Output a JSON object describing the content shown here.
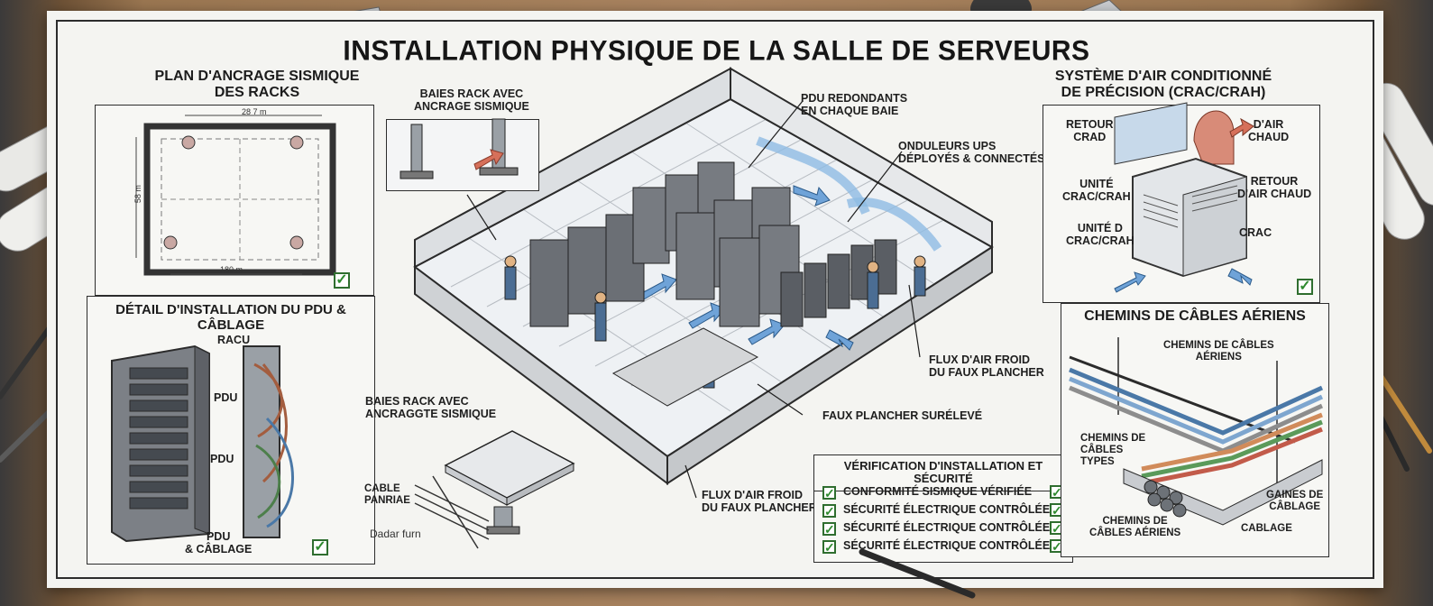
{
  "main_title": "INSTALLATION PHYSIQUE DE LA SALLE DE SERVEURS",
  "seismic_panel": {
    "title_line1": "PLAN D'ANCRAGE SISMIQUE",
    "title_line2": "DES RACKS",
    "dim_top": "28 7 m",
    "dim_side": "58 m",
    "dim_bottom": "180 m"
  },
  "pdu_panel": {
    "title": "DÉTAIL D'INSTALLATION DU PDU & CÂBLAGE",
    "label_racu": "RACU",
    "label_pdu1": "PDU",
    "label_pdu2": "PDU",
    "label_pdu_cable_line1": "PDU",
    "label_pdu_cable_line2": "& CÂBLAGE"
  },
  "center": {
    "callout_bays_top_line1": "BAIES RACK AVEC",
    "callout_bays_top_line2": "ANCRAGE SISMIQUE",
    "callout_pdu_line1": "PDU REDONDANTS",
    "callout_pdu_line2": "EN CHAQUE BAIE",
    "callout_ups_line1": "ONDULEURS UPS",
    "callout_ups_line2": "DÉPLOYÉS & CONNECTÉS",
    "callout_airflow_right_line1": "FLUX D'AIR FROID",
    "callout_airflow_right_line2": "DU FAUX PLANCHER",
    "callout_bays_left_line1": "BAIES RACK AVEC",
    "callout_bays_left_line2": "ANCRAGGTE SISMIQUE",
    "callout_raised_floor": "FAUX PLANCHER SURÉLEVÉ",
    "callout_airflow_bottom_line1": "FLUX D'AIR FROID",
    "callout_airflow_bottom_line2": "DU FAUX PLANCHER",
    "callout_cable_line1": "CABLE",
    "callout_cable_line2": "PANRIAE",
    "callout_dadar": "Dadar furn"
  },
  "verification": {
    "title": "VÉRIFICATION D'INSTALLATION ET SÉCURITÉ",
    "items": [
      "CONFORMITÉ SISMIQUE VÉRIFIÉE",
      "SÉCURITÉ ÉLECTRIQUE CONTRÔLÉE",
      "SÉCURITÉ ÉLECTRIQUE CONTRÔLÉE",
      "SÉCURITÉ ÉLECTRIQUE CONTRÔLÉE"
    ]
  },
  "crac_panel": {
    "title_line1": "SYSTÈME D'AIR CONDITIONNÉ",
    "title_line2": "DE PRÉCISION (CRAC/CRAH)",
    "retour_crad_line1": "RETOUR",
    "retour_crad_line2": "CRAD",
    "air_chaud_line1": "D'AIR",
    "air_chaud_line2": "CHAUD",
    "unite1_line1": "UNITÉ",
    "unite1_line2": "CRAC/CRAH",
    "retour_chaud_line1": "RETOUR",
    "retour_chaud_line2": "D'AIR CHAUD",
    "unite2_line1": "UNITÉ D",
    "unite2_line2": "CRAC/CRAH",
    "crac": "CRAC"
  },
  "cable_panel": {
    "title": "CHEMINS DE CÂBLES AÉRIENS",
    "label_top_line1": "CHEMINS DE CÂBLES",
    "label_top_line2": "AÉRIENS",
    "label_types_line1": "CHEMINS DE",
    "label_types_line2": "CÂBLES",
    "label_types_line3": "TYPES",
    "label_bottom_line1": "CHEMINS DE",
    "label_bottom_line2": "CÂBLES AÉRIENS",
    "label_gaines_line1": "GAINES DE",
    "label_gaines_line2": "CÂBLAGE",
    "label_cablage": "CABLAGE"
  },
  "colors": {
    "check_green": "#2f8a2f",
    "airflow_blue": "#6fa3d8",
    "hot_air_red": "#d6705a",
    "rack_gray": "#6b6f75"
  }
}
